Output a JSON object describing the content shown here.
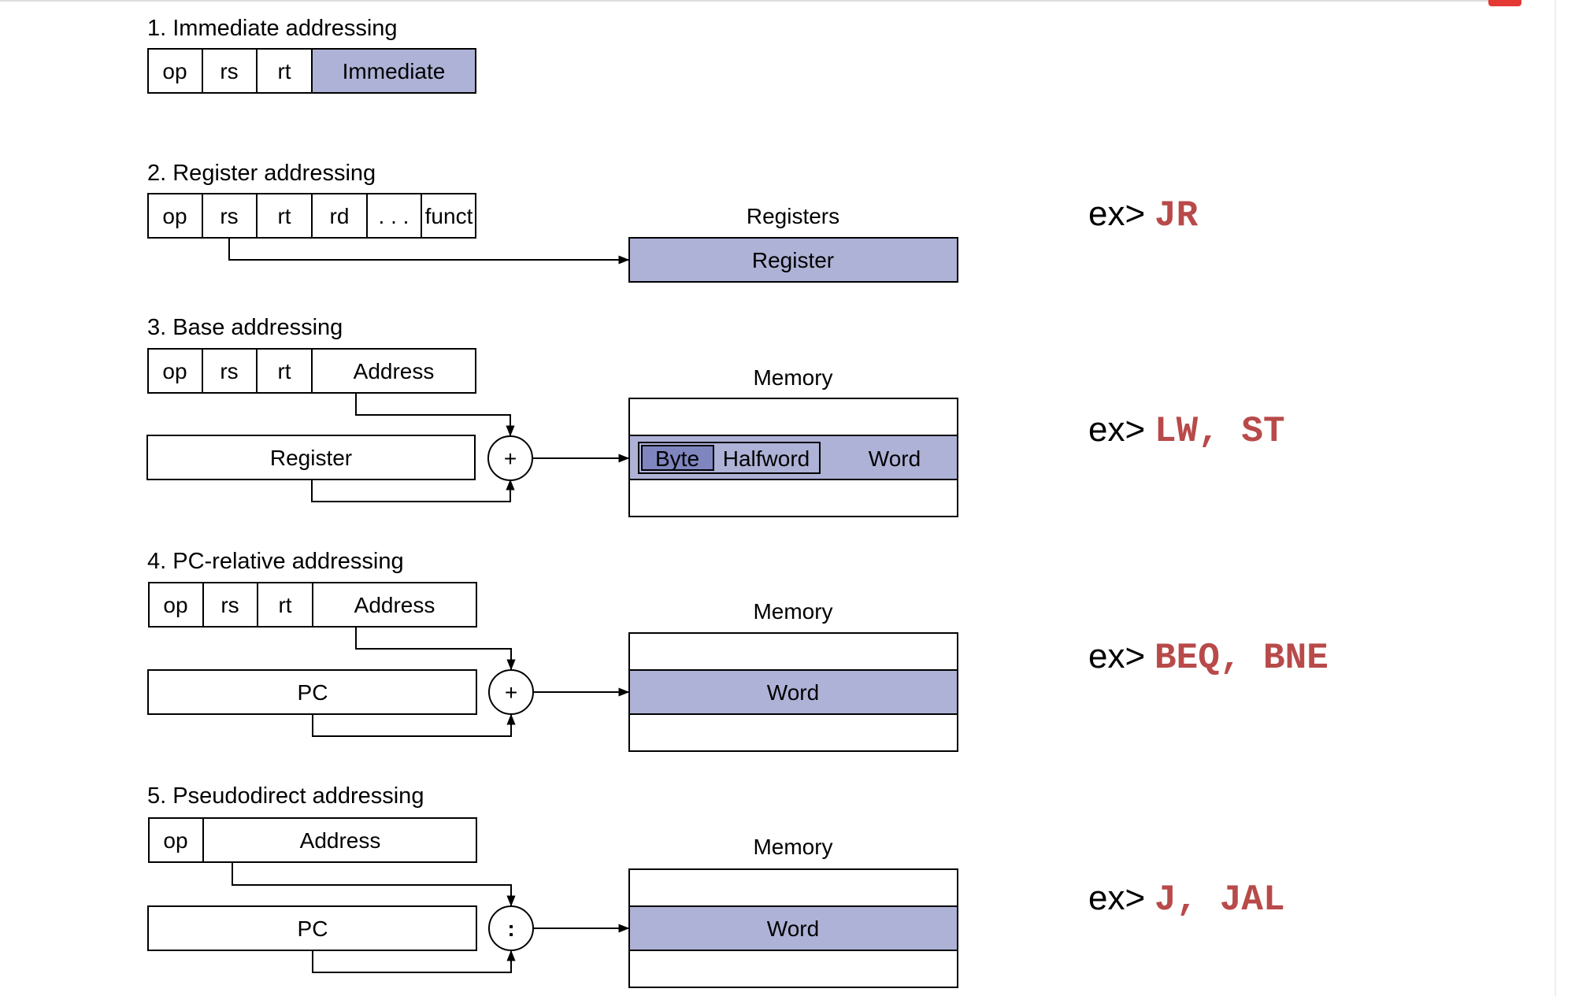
{
  "modes": [
    {
      "title": "1.  Immediate addressing",
      "fields": [
        "op",
        "rs",
        "rt",
        "Immediate"
      ]
    },
    {
      "title": "2. Register addressing",
      "fields": [
        "op",
        "rs",
        "rt",
        "rd",
        ". . .",
        "funct"
      ],
      "target_title": "Registers",
      "target_label": "Register",
      "example_prefix": "ex>",
      "example_instr": "JR"
    },
    {
      "title": "3.  Base addressing",
      "fields": [
        "op",
        "rs",
        "rt",
        "Address"
      ],
      "operand": "Register",
      "operator": "+",
      "memory_title": "Memory",
      "byte": "Byte",
      "halfword": "Halfword",
      "word": "Word",
      "example_prefix": "ex>",
      "example_instr": "LW, ST"
    },
    {
      "title": "4.  PC-relative addressing",
      "fields": [
        "op",
        "rs",
        "rt",
        "Address"
      ],
      "operand": "PC",
      "operator": "+",
      "memory_title": "Memory",
      "word": "Word",
      "example_prefix": "ex>",
      "example_instr": "BEQ, BNE"
    },
    {
      "title": "5.  Pseudodirect addressing",
      "fields": [
        "op",
        "Address"
      ],
      "operand": "PC",
      "operator": ":",
      "memory_title": "Memory",
      "word": "Word",
      "example_prefix": "ex>",
      "example_instr": "J, JAL"
    }
  ],
  "colors": {
    "highlight": "#aeb2d6",
    "byte_fill": "#7f86bf",
    "example_text": "#b84a4a",
    "corner_marker": "#e53935"
  }
}
